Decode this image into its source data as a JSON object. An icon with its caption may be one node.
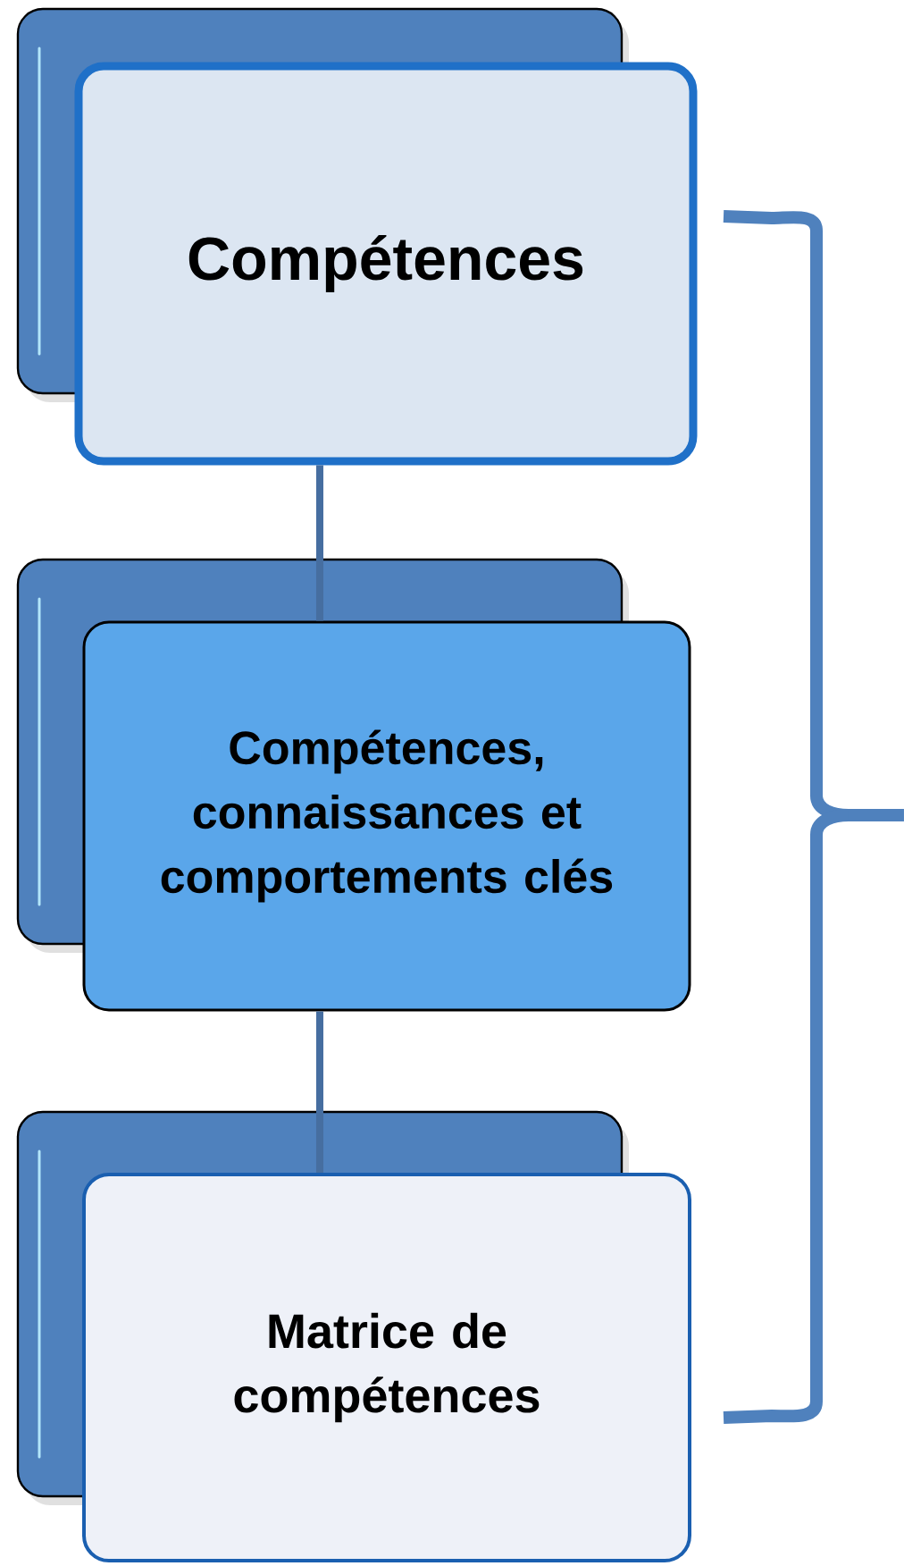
{
  "diagram": {
    "nodes": [
      {
        "text": [
          "Compétences"
        ]
      },
      {
        "text": [
          "Compétences, connaissances et comportements clés"
        ]
      },
      {
        "text": [
          "Matrice de compétences"
        ]
      }
    ],
    "edges": [
      {
        "from": 0,
        "to": 1,
        "arrow": "none"
      },
      {
        "from": 1,
        "to": 2,
        "arrow": "none"
      }
    ]
  }
}
